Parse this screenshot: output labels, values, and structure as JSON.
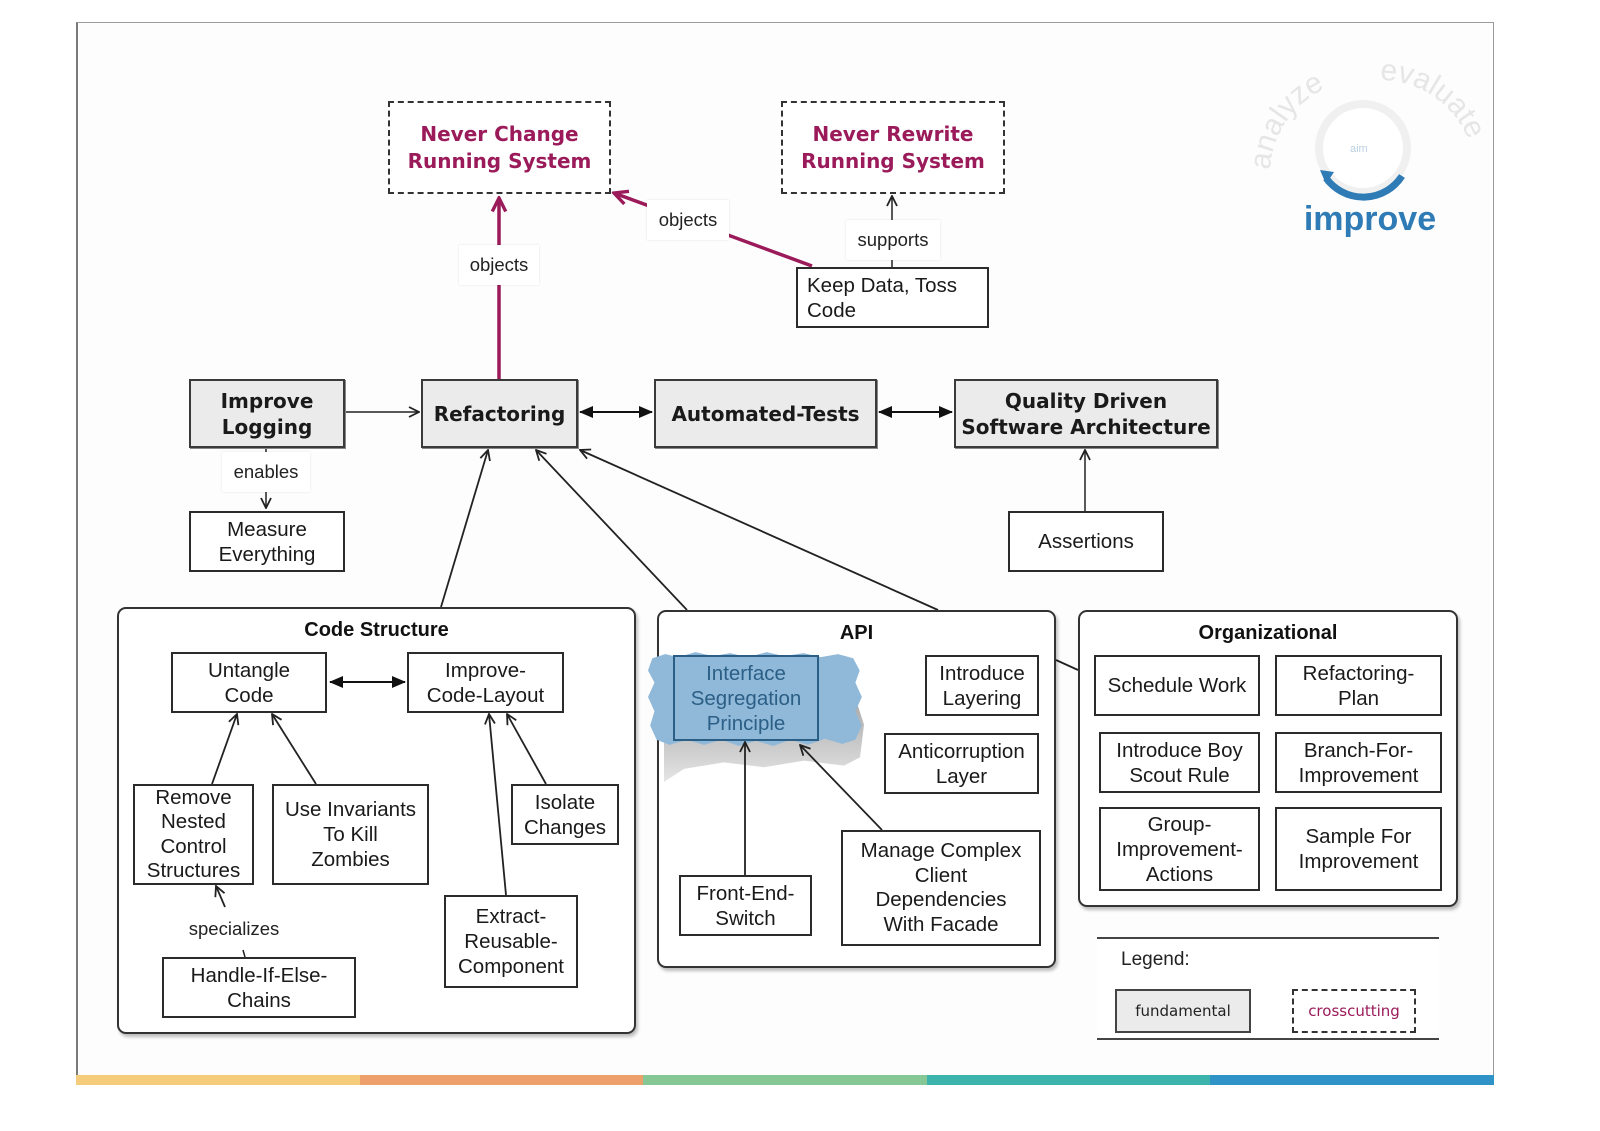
{
  "colors": {
    "crosscutting_text": "#9b1b5a",
    "crosscutting_arrow": "#9b1b5a",
    "fundamental_fill": "#ebebeb",
    "highlight_fill": "#8fb8d9",
    "highlight_border": "#2c5f86",
    "logo_blue": "#2f7bb5",
    "stripes": [
      "#f5cd7a",
      "#eda06a",
      "#86c796",
      "#3db3ad",
      "#2f93c8"
    ]
  },
  "logo": {
    "arc_left": "analyze",
    "arc_right": "evaluate",
    "center": "aim",
    "bottom": "improve"
  },
  "nodes": {
    "never_change": "Never Change\nRunning System",
    "never_rewrite": "Never Rewrite\nRunning System",
    "keep_data": "Keep Data, Toss\nCode",
    "improve_logging": "Improve\nLogging",
    "refactoring": "Refactoring",
    "automated_tests": "Automated-Tests",
    "qdsa": "Quality Driven\nSoftware Architecture",
    "measure": "Measure\nEverything",
    "assertions": "Assertions"
  },
  "edge_labels": {
    "objects_1": "objects",
    "objects_2": "objects",
    "supports": "supports",
    "enables": "enables",
    "specializes": "specializes"
  },
  "groups": {
    "code_structure": {
      "title": "Code Structure",
      "items": {
        "untangle": "Untangle\nCode",
        "improve_layout": "Improve-\nCode-Layout",
        "remove_nested": "Remove\nNested\nControl\nStructures",
        "invariants": "Use Invariants\nTo Kill\nZombies",
        "isolate": "Isolate\nChanges",
        "extract": "Extract-\nReusable-\nComponent",
        "if_else": "Handle-If-Else-\nChains"
      }
    },
    "api": {
      "title": "API",
      "items": {
        "isp": "Interface\nSegregation\nPrinciple",
        "layering": "Introduce\nLayering",
        "anticorruption": "Anticorruption\nLayer",
        "front_end": "Front-End-\nSwitch",
        "facade": "Manage Complex\nClient\nDependencies\nWith Facade"
      }
    },
    "organizational": {
      "title": "Organizational",
      "items": {
        "schedule": "Schedule Work",
        "ref_plan": "Refactoring-\nPlan",
        "boy_scout": "Introduce Boy\nScout Rule",
        "branch": "Branch-For-\nImprovement",
        "group_actions": "Group-\nImprovement-\nActions",
        "sample": "Sample For\nImprovement"
      }
    }
  },
  "legend": {
    "title": "Legend:",
    "fundamental": "fundamental",
    "crosscutting": "crosscutting"
  }
}
